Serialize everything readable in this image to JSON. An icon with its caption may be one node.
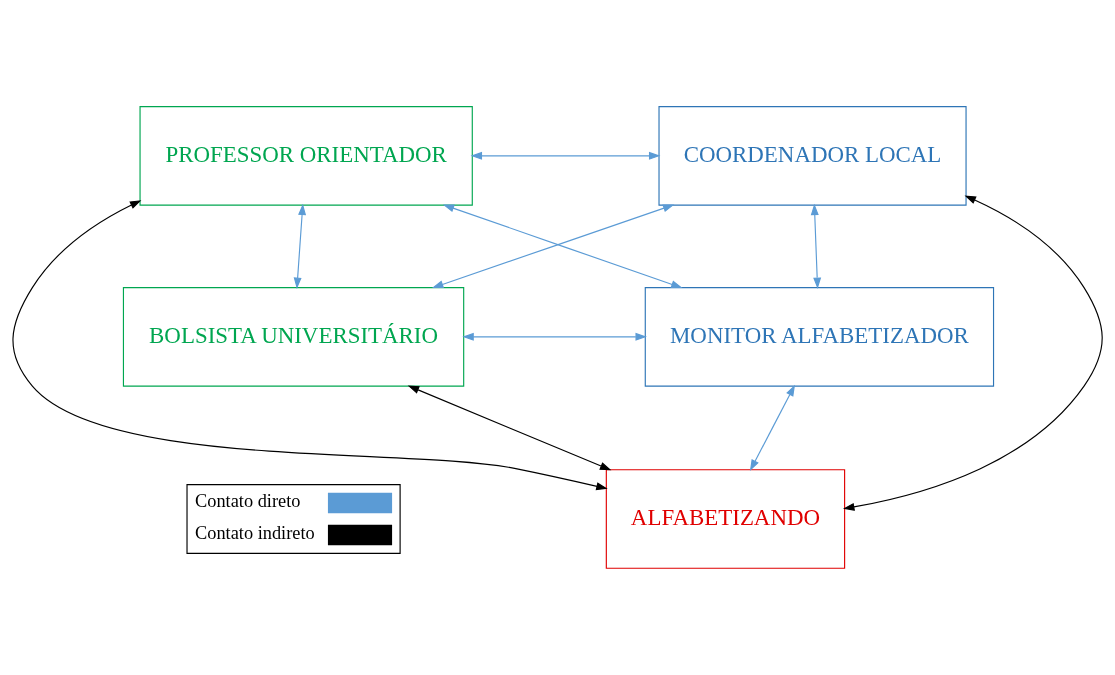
{
  "diagram": {
    "nodes": [
      {
        "text": [
          "PROFESSOR ORIENTADOR"
        ]
      },
      {
        "text": [
          "COORDENADOR LOCAL"
        ]
      },
      {
        "text": [
          "BOLSISTA UNIVERSITÁRIO"
        ]
      },
      {
        "text": [
          "MONITOR ALFABETIZADOR"
        ]
      },
      {
        "text": [
          "ALFABETIZANDO"
        ]
      }
    ],
    "edges": [
      {
        "from": 0,
        "to": 1,
        "arrow": "both"
      },
      {
        "from": 0,
        "to": 2,
        "arrow": "both"
      },
      {
        "from": 1,
        "to": 3,
        "arrow": "both"
      },
      {
        "from": 1,
        "to": 2,
        "arrow": "both"
      },
      {
        "from": 0,
        "to": 3,
        "arrow": "both"
      },
      {
        "from": 0,
        "to": 4,
        "arrow": "both",
        "color": "#000000"
      },
      {
        "from": 1,
        "to": 4,
        "arrow": "both",
        "color": "#000000"
      },
      {
        "from": 2,
        "to": 3,
        "arrow": "both"
      },
      {
        "from": 2,
        "to": 4,
        "arrow": "both",
        "color": "#000000"
      },
      {
        "from": 3,
        "to": 4,
        "arrow": "both"
      }
    ],
    "legend": [
      {
        "text": "Contato direto"
      },
      {
        "text": "Contato indireto"
      }
    ]
  }
}
